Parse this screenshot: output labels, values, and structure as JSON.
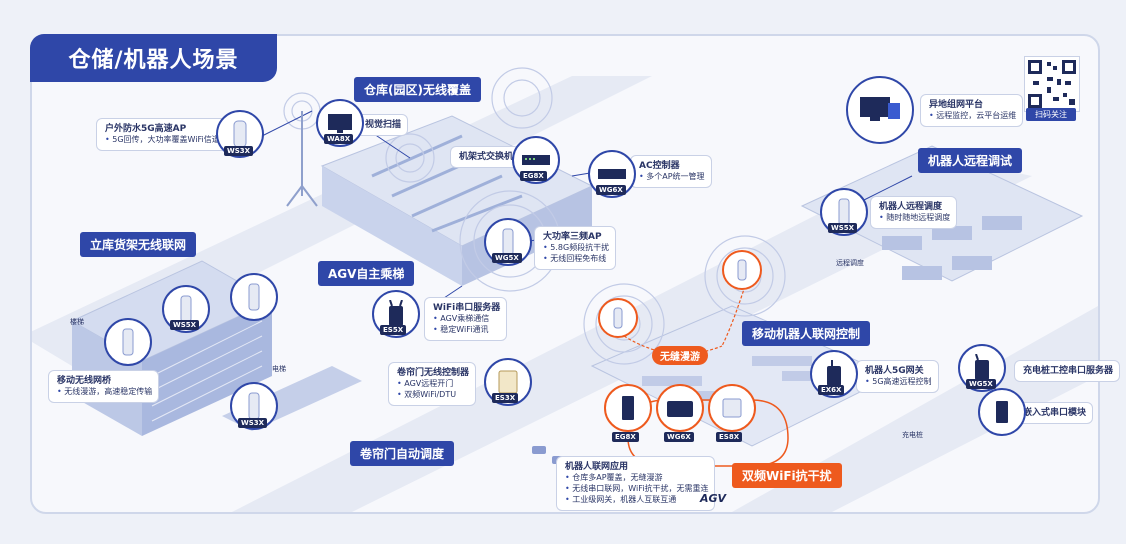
{
  "title": "仓储/机器人场景",
  "section_labels": {
    "warehouse": "仓库(园区)无线覆盖",
    "shelving": "立库货架无线联网",
    "agv_lift": "AGV自主乘梯",
    "rolling_door": "卷帘门自动调度",
    "mobile_robot": "移动机器人联网控制",
    "remote_debug": "机器人远程调试",
    "dual_wifi": "双频WiFi抗干扰",
    "roaming": "无缝漫游"
  },
  "desc_boxes": {
    "outdoor_ap": {
      "title": "户外防水5G高速AP",
      "lines": [
        "5G回传，大功率覆盖WiFi信道"
      ]
    },
    "vision_cam": {
      "title": "视觉扫描",
      "lines": []
    },
    "rack_switch": {
      "title": "机架式交换机",
      "lines": []
    },
    "ac_controller": {
      "title": "AC控制器",
      "lines": [
        "多个AP统一管理"
      ]
    },
    "high_power_ap": {
      "title": "大功率三频AP",
      "lines": [
        "5.8G频段抗干扰",
        "无线回程免布线"
      ]
    },
    "wifi_server": {
      "title": "WiFi串口服务器",
      "lines": [
        "AGV乘梯通信",
        "稳定WiFi通讯"
      ]
    },
    "mobile_bridge": {
      "title": "移动无线网桥",
      "lines": [
        "无线漫游，高速稳定传输"
      ]
    },
    "rolling_ctrl": {
      "title": "卷帘门无线控制器",
      "lines": [
        "AGV远程开门",
        "双频WiFi/DTU"
      ]
    },
    "remote_platform": {
      "title": "异地组网平台",
      "lines": [
        "远程监控，云平台运维"
      ]
    },
    "robot_remote": {
      "title": "机器人远程调度",
      "lines": [
        "随时随地远程调度"
      ]
    },
    "robot_5g": {
      "title": "机器人5G网关",
      "lines": [
        "5G高速远程控制"
      ]
    },
    "robot_app": {
      "title": "机器人联网应用",
      "lines": [
        "仓库多AP覆盖，无缝漫游",
        "无线串口联网，WiFi抗干扰，无需重连",
        "工业级网关，机器人互联互通"
      ]
    },
    "charger_server": {
      "title": "充电桩工控串口服务器",
      "lines": []
    },
    "embedded_module": {
      "title": "嵌入式串口模块",
      "lines": []
    }
  },
  "device_tags": [
    "WS3X",
    "WA8X",
    "EG8X",
    "WG6X",
    "WG5X",
    "ES5X",
    "EG8X",
    "WG6X",
    "ES8X",
    "EX6X",
    "WS5X",
    "WG5X",
    "ES3X",
    "WS5X",
    "WS3X"
  ],
  "misc": {
    "agv": "AGV",
    "qr_label": "扫码关注",
    "stair": "楼梯",
    "lift": "电梯",
    "charger": "充电桩",
    "remote": "远程调度"
  }
}
